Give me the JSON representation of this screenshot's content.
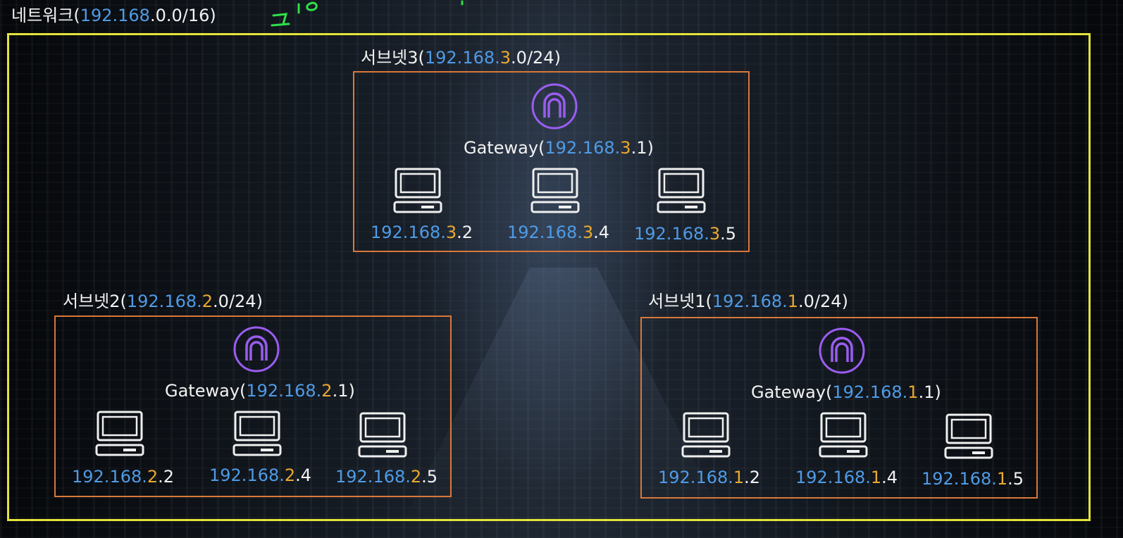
{
  "network": {
    "label_prefix": "네트워크(",
    "ip_blue": "192.168",
    "ip_rest": ".0.0/16)"
  },
  "subnets": [
    {
      "label_prefix": "서브넷3(",
      "ip_blue": "192.168",
      "ip_dot": ".",
      "ip_octet": "3",
      "ip_rest": ".0/24)",
      "gateway": {
        "prefix": "Gateway(",
        "ip_blue": "192.168",
        "dot": ".",
        "octet": "3",
        "rest": ".1)"
      },
      "hosts": [
        {
          "ip_blue": "192.168",
          "dot": ".",
          "octet": "3",
          "rest": ".2"
        },
        {
          "ip_blue": "192.168",
          "dot": ".",
          "octet": "3",
          "rest": ".4"
        },
        {
          "ip_blue": "192.168",
          "dot": ".",
          "octet": "3",
          "rest": ".5"
        }
      ]
    },
    {
      "label_prefix": "서브넷2(",
      "ip_blue": "192.168",
      "ip_dot": ".",
      "ip_octet": "2",
      "ip_rest": ".0/24)",
      "gateway": {
        "prefix": "Gateway(",
        "ip_blue": "192.168",
        "dot": ".",
        "octet": "2",
        "rest": ".1)"
      },
      "hosts": [
        {
          "ip_blue": "192.168",
          "dot": ".",
          "octet": "2",
          "rest": ".2"
        },
        {
          "ip_blue": "192.168",
          "dot": ".",
          "octet": "2",
          "rest": ".4"
        },
        {
          "ip_blue": "192.168",
          "dot": ".",
          "octet": "2",
          "rest": ".5"
        }
      ]
    },
    {
      "label_prefix": "서브넷1(",
      "ip_blue": "192.168",
      "ip_dot": ".",
      "ip_octet": "1",
      "ip_rest": ".0/24)",
      "gateway": {
        "prefix": "Gateway(",
        "ip_blue": "192.168",
        "dot": ".",
        "octet": "1",
        "rest": ".1)"
      },
      "hosts": [
        {
          "ip_blue": "192.168",
          "dot": ".",
          "octet": "1",
          "rest": ".2"
        },
        {
          "ip_blue": "192.168",
          "dot": ".",
          "octet": "1",
          "rest": ".4"
        },
        {
          "ip_blue": "192.168",
          "dot": ".",
          "octet": "1",
          "rest": ".5"
        }
      ]
    }
  ],
  "colors": {
    "network_border": "#e3e33a",
    "subnet_border": "#d9783a",
    "ip_blue": "#4f9be6",
    "octet_orange": "#e9a92f",
    "router_purple": "#9a5df0",
    "annotation_green": "#2fe04a"
  },
  "icons": {
    "router": "gateway-router-icon",
    "host": "desktop-computer-icon"
  }
}
